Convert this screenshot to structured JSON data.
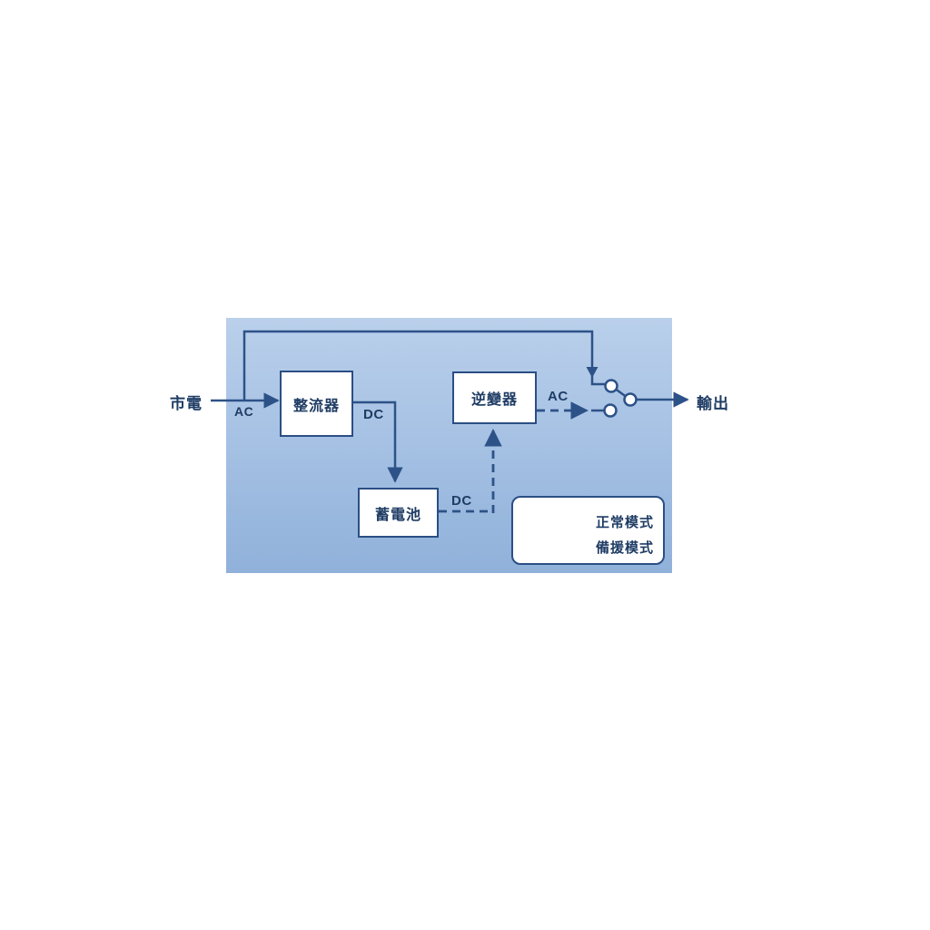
{
  "diagram": {
    "type": "ups-block-diagram",
    "nodes": {
      "rectifier": "整流器",
      "battery": "蓄電池",
      "inverter": "逆變器"
    },
    "labels": {
      "mains": "市電",
      "output": "輸出",
      "ac_in": "AC",
      "dc_rectifier": "DC",
      "dc_battery": "DC",
      "ac_inverter": "AC"
    },
    "legend": {
      "normal_mode": "正常模式",
      "backup_mode": "備援模式"
    },
    "line_styles": {
      "normal_mode": "solid",
      "backup_mode": "dashed"
    },
    "colors": {
      "panel_gradient_top": "#bad0eb",
      "panel_gradient_bottom": "#90b1da",
      "line": "#2d5288",
      "text": "#1f3c64",
      "node_border": "#2b4e84",
      "node_fill": "#ffffff",
      "switch_contact_fill": "#ffffff",
      "background": "#ffffff"
    }
  }
}
